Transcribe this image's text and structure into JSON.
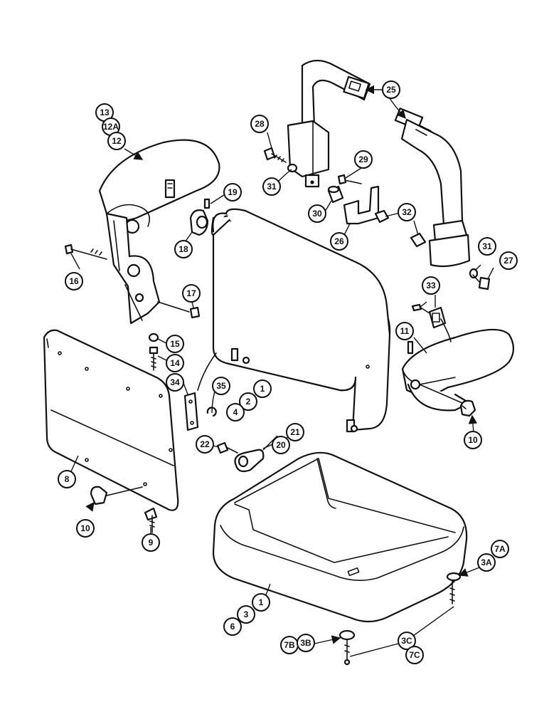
{
  "callouts": {
    "c13": "13",
    "c12a": "12A",
    "c12": "12",
    "c28": "28",
    "c25": "25",
    "c29": "29",
    "c31a": "31",
    "c30": "30",
    "c26": "26",
    "c32": "32",
    "c19": "19",
    "c18": "18",
    "c16": "16",
    "c17": "17",
    "c31b": "31",
    "c27": "27",
    "c33": "33",
    "c15": "15",
    "c14": "14",
    "c11": "11",
    "c34": "34",
    "c35": "35",
    "c1a": "1",
    "c2a": "2",
    "c4": "4",
    "c10a": "10",
    "c22": "22",
    "c20": "20",
    "c21": "21",
    "c8": "8",
    "c10b": "10",
    "c9": "9",
    "c3a": "3A",
    "c7a": "7A",
    "c1b": "1",
    "c3": "3",
    "c6": "6",
    "c7b": "7B",
    "c3b": "3B",
    "c3c": "3C",
    "c7c": "7C"
  },
  "colors": {
    "line": "#111111",
    "background": "#ffffff"
  }
}
